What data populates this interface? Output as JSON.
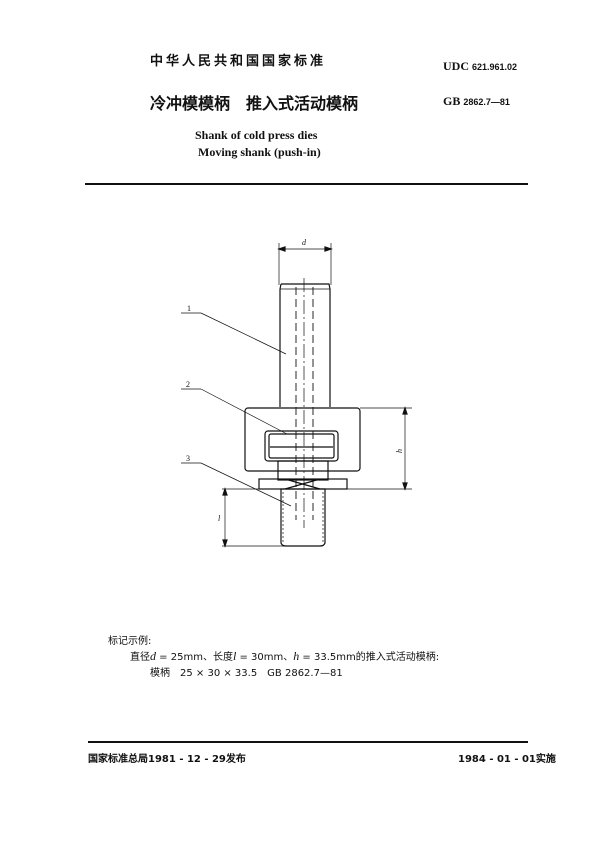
{
  "header": {
    "standard_name": "中华人民共和国国家标准",
    "udc_label": "UDC",
    "udc_number": "621.961.02",
    "gb_label": "GB",
    "gb_number": "2862.7—81",
    "title_cn": "冷冲模模柄　推入式活动模柄",
    "title_en_line1": "Shank of cold press dies",
    "title_en_line2": "Moving shank (push-in)"
  },
  "drawing": {
    "dimension_labels": {
      "diameter": "d",
      "height": "h",
      "length": "l"
    },
    "part_callouts": [
      "1",
      "2",
      "3"
    ]
  },
  "marking_example": {
    "label": "标记示例:",
    "line1": {
      "prefix": "直径",
      "d_sym": "d",
      "d_val": " = 25mm、长度",
      "l_sym": "l",
      "l_val": " = 30mm、",
      "h_sym": "h",
      "h_val": " = 33.5mm的推入式活动模柄:"
    },
    "line2": "模柄　25 × 30 × 33.5　GB 2862.7—81"
  },
  "footer": {
    "issued": "国家标准总局1981 - 12 - 29发布",
    "effective": "1984 - 01 - 01实施"
  }
}
